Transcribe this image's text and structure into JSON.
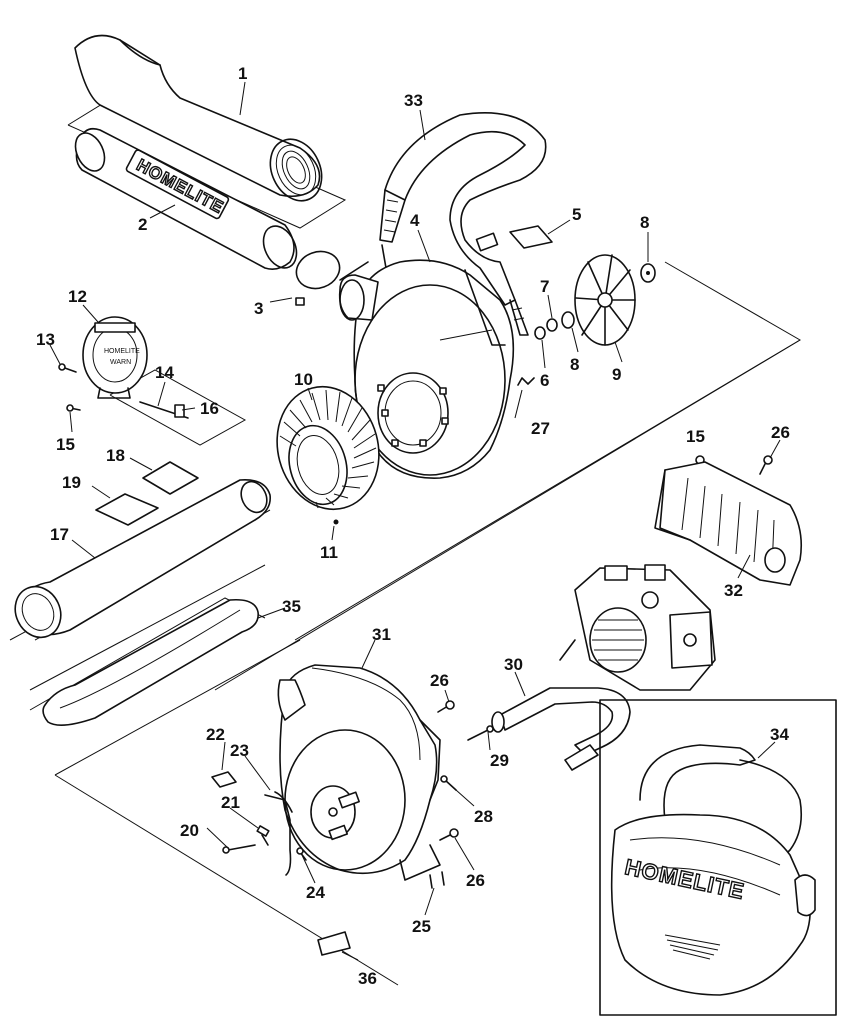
{
  "brand": {
    "tube_logo": "HOMELITE",
    "bag_logo": "HOMELITE"
  },
  "callouts": [
    {
      "id": "p1",
      "num": "1"
    },
    {
      "id": "p2",
      "num": "2"
    },
    {
      "id": "p3",
      "num": "3"
    },
    {
      "id": "p4",
      "num": "4"
    },
    {
      "id": "p5",
      "num": "5"
    },
    {
      "id": "p6",
      "num": "6"
    },
    {
      "id": "p7",
      "num": "7"
    },
    {
      "id": "p8a",
      "num": "8"
    },
    {
      "id": "p8b",
      "num": "8"
    },
    {
      "id": "p9",
      "num": "9"
    },
    {
      "id": "p10",
      "num": "10"
    },
    {
      "id": "p11",
      "num": "11"
    },
    {
      "id": "p12",
      "num": "12"
    },
    {
      "id": "p13",
      "num": "13"
    },
    {
      "id": "p14",
      "num": "14"
    },
    {
      "id": "p15a",
      "num": "15"
    },
    {
      "id": "p15b",
      "num": "15"
    },
    {
      "id": "p16",
      "num": "16"
    },
    {
      "id": "p17",
      "num": "17"
    },
    {
      "id": "p18",
      "num": "18"
    },
    {
      "id": "p19",
      "num": "19"
    },
    {
      "id": "p20",
      "num": "20"
    },
    {
      "id": "p21",
      "num": "21"
    },
    {
      "id": "p22",
      "num": "22"
    },
    {
      "id": "p23",
      "num": "23"
    },
    {
      "id": "p24",
      "num": "24"
    },
    {
      "id": "p25",
      "num": "25"
    },
    {
      "id": "p26a",
      "num": "26"
    },
    {
      "id": "p26b",
      "num": "26"
    },
    {
      "id": "p26c",
      "num": "26"
    },
    {
      "id": "p27",
      "num": "27"
    },
    {
      "id": "p28",
      "num": "28"
    },
    {
      "id": "p29",
      "num": "29"
    },
    {
      "id": "p30",
      "num": "30"
    },
    {
      "id": "p31",
      "num": "31"
    },
    {
      "id": "p32",
      "num": "32"
    },
    {
      "id": "p33",
      "num": "33"
    },
    {
      "id": "p34",
      "num": "34"
    },
    {
      "id": "p35",
      "num": "35"
    },
    {
      "id": "p36",
      "num": "36"
    }
  ]
}
